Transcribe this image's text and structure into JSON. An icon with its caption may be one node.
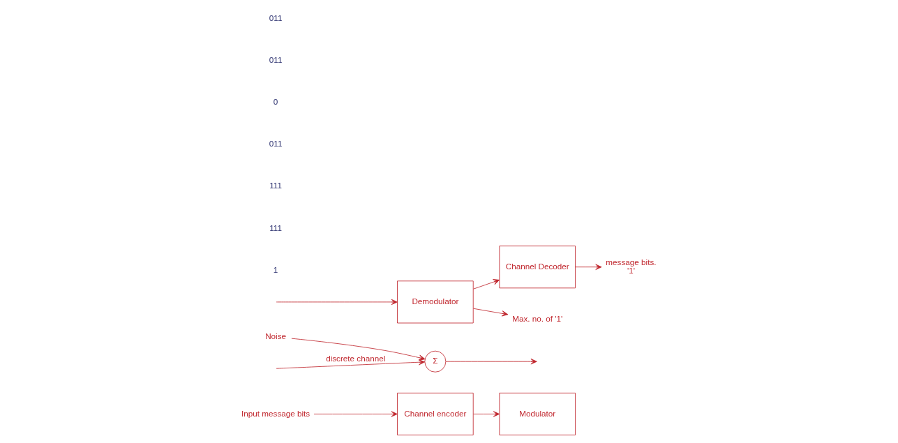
{
  "diagram": {
    "nodes": [
      {
        "text": [
          "Input message bits"
        ]
      },
      {
        "text": [
          "Channel encoder"
        ]
      },
      {
        "text": [
          "Modulator"
        ]
      },
      {
        "text": [
          "Σ"
        ]
      },
      {
        "text": [
          "Noise"
        ]
      },
      {
        "text": [
          "Demodulator"
        ]
      },
      {
        "text": [
          "Channel Decoder"
        ]
      },
      {
        "text": [
          "message bits.",
          "'1'"
        ]
      },
      {
        "text": [
          "Max. no. of '1'"
        ]
      }
    ],
    "edges": [
      {
        "from": 0,
        "to": 1,
        "arrow": "to"
      },
      {
        "from": 1,
        "to": 2,
        "arrow": "to"
      },
      {
        "from": null,
        "to": 3,
        "arrow": "to",
        "label": "discrete channel"
      },
      {
        "from": 4,
        "to": 3,
        "arrow": "to"
      },
      {
        "from": 3,
        "to": null,
        "arrow": "to"
      },
      {
        "from": null,
        "to": 5,
        "arrow": "to"
      },
      {
        "from": 5,
        "to": 6,
        "arrow": "to"
      },
      {
        "from": 5,
        "to": 8,
        "arrow": "to"
      },
      {
        "from": 6,
        "to": 7,
        "arrow": "to"
      }
    ],
    "labels": [
      "1",
      "111",
      "111",
      "011",
      "0",
      "011",
      "011"
    ]
  }
}
